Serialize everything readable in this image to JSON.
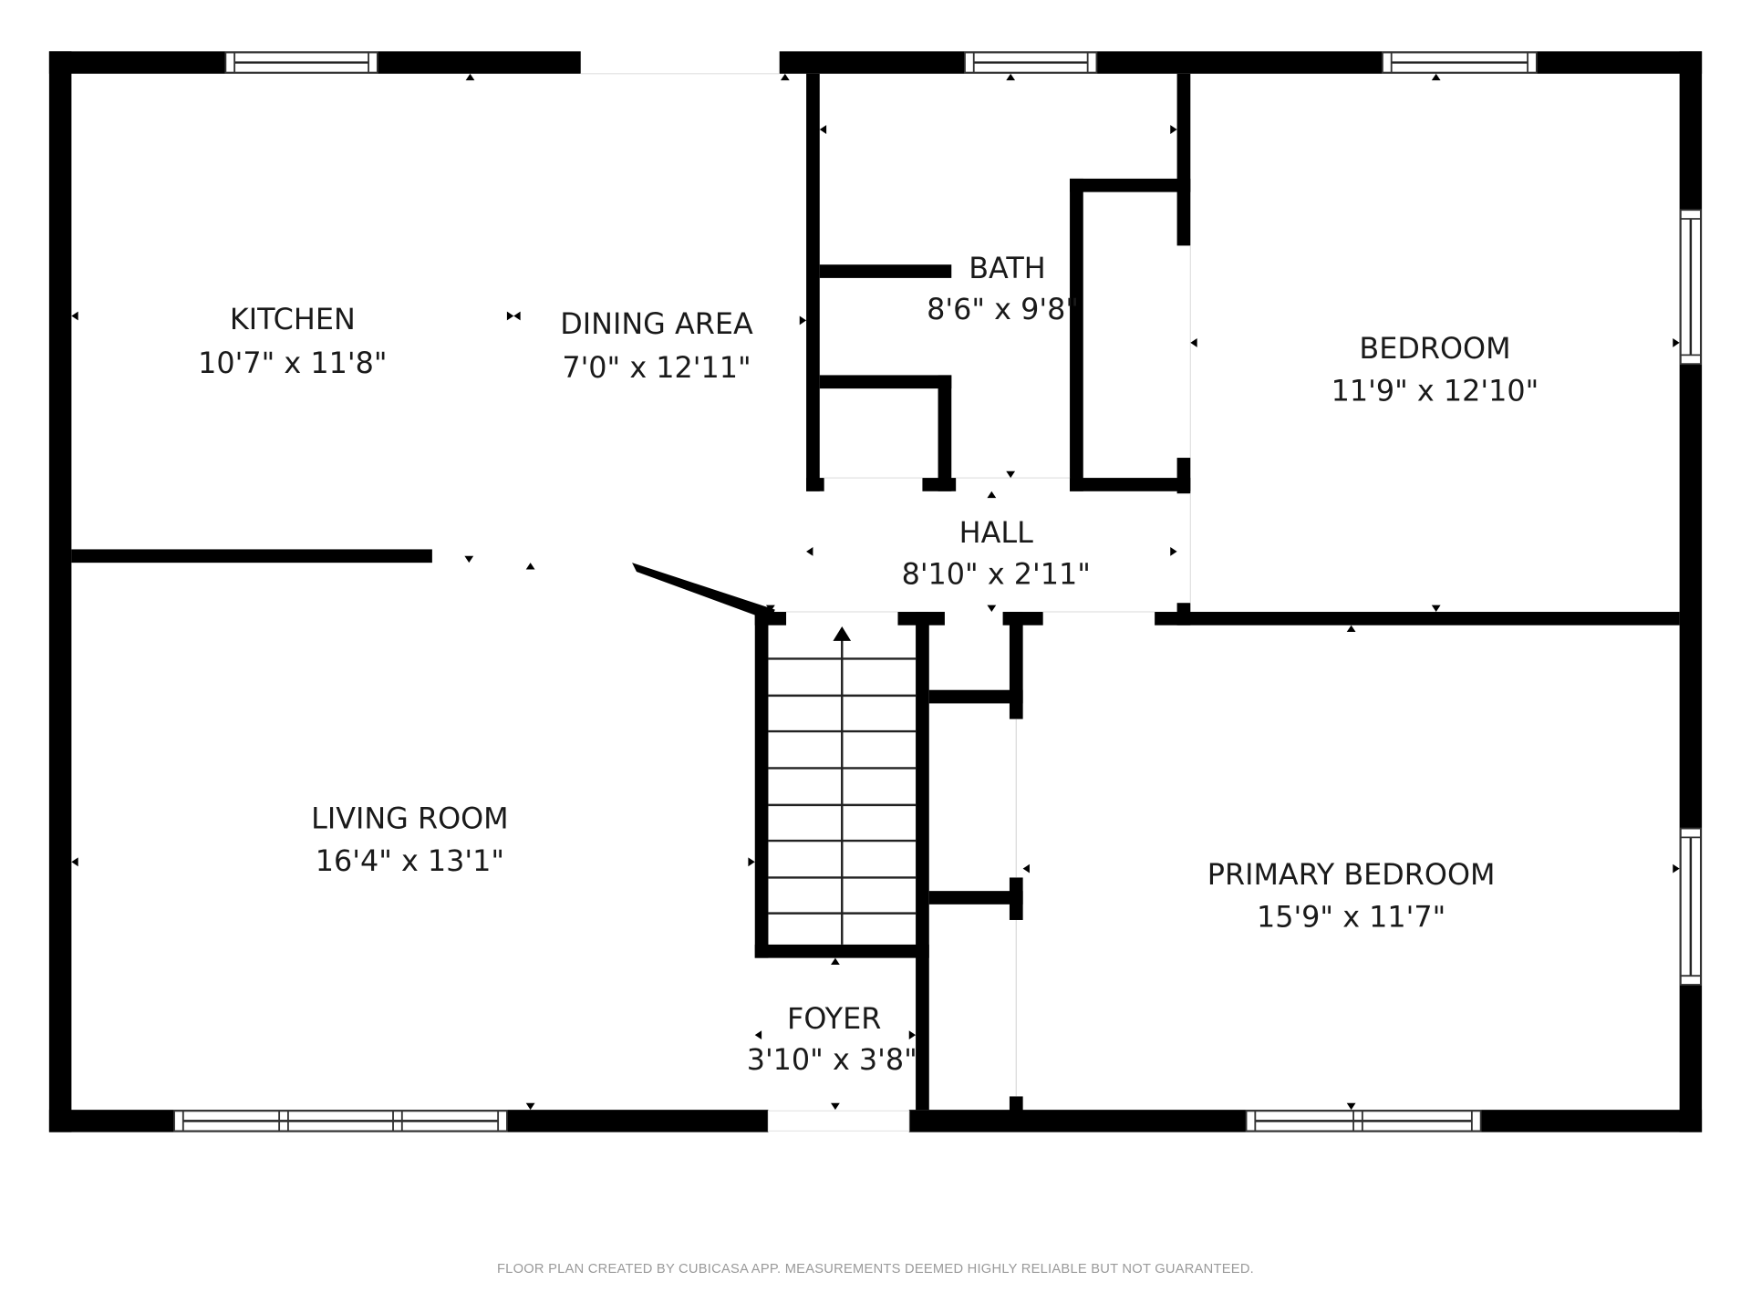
{
  "plan": {
    "rooms": [
      {
        "name": "KITCHEN",
        "dimensions": "10'7\" x 11'8\""
      },
      {
        "name": "DINING AREA",
        "dimensions": "7'0\" x 12'11\""
      },
      {
        "name": "BATH",
        "dimensions": "8'6\" x 9'8\""
      },
      {
        "name": "BEDROOM",
        "dimensions": "11'9\" x 12'10\""
      },
      {
        "name": "HALL",
        "dimensions": "8'10\" x 2'11\""
      },
      {
        "name": "LIVING ROOM",
        "dimensions": "16'4\" x 13'1\""
      },
      {
        "name": "PRIMARY BEDROOM",
        "dimensions": "15'9\" x 11'7\""
      },
      {
        "name": "FOYER",
        "dimensions": "3'10\" x 3'8\""
      }
    ],
    "icons": {
      "stairs": "stairs-up-arrow",
      "window": "window-symbol",
      "marker": "triangle-marker"
    }
  },
  "footer": {
    "disclaimer": "FLOOR PLAN CREATED BY CUBICASA APP. MEASUREMENTS DEEMED HIGHLY RELIABLE BUT NOT GUARANTEED."
  }
}
